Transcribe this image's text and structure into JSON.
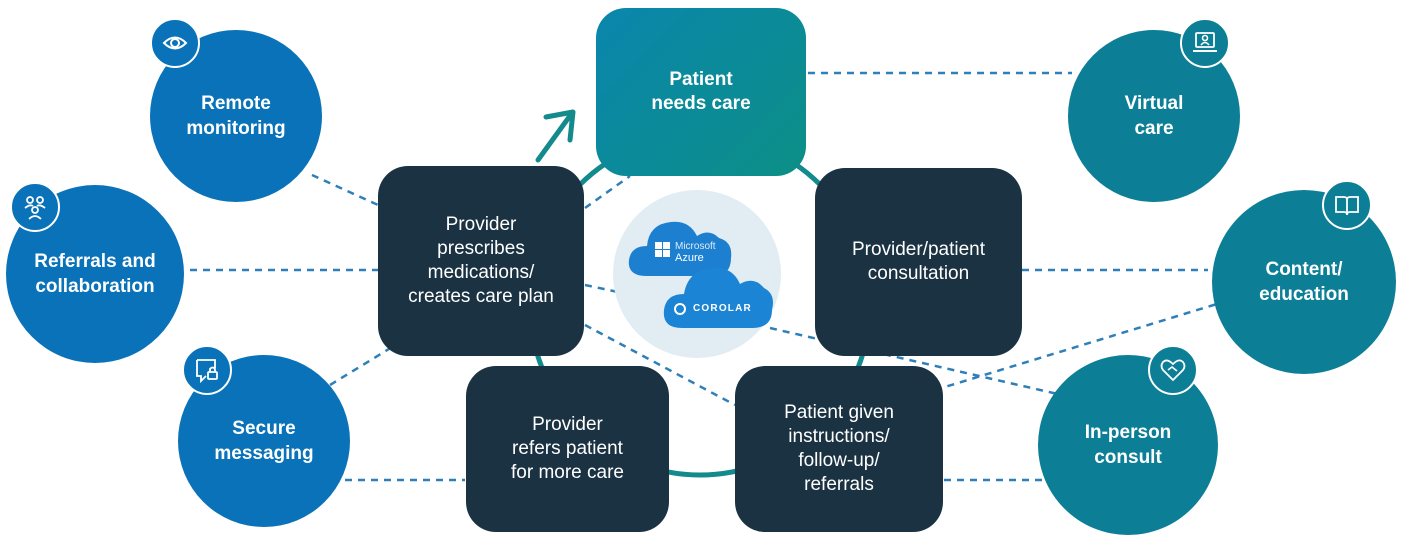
{
  "center": {
    "top": "Patient\nneeds care",
    "right": "Provider/patient\nconsultation",
    "bottom_right": "Patient given\ninstructions/\nfollow-up/\nreferrals",
    "bottom_left": "Provider\nrefers patient\nfor more care",
    "left": "Provider\nprescribes\nmedications/\ncreates care plan"
  },
  "hub": {
    "cloud1_line1": "Microsoft",
    "cloud1_line2": "Azure",
    "cloud2": "COROLAR"
  },
  "services": {
    "remote_monitoring": "Remote\nmonitoring",
    "referrals": "Referrals and\ncollaboration",
    "secure_messaging": "Secure\nmessaging",
    "virtual_care": "Virtual\ncare",
    "content_education": "Content/\neducation",
    "in_person": "In-person\nconsult"
  },
  "icons": [
    "eye-icon",
    "people-icon",
    "chat-lock-icon",
    "laptop-person-icon",
    "book-icon",
    "handshake-heart-icon"
  ],
  "colors": {
    "blue": "#0a72b8",
    "teal": "#0c7e96",
    "navy": "#1a3242",
    "ring": "#138a8c",
    "dash": "#2f7fb8"
  }
}
